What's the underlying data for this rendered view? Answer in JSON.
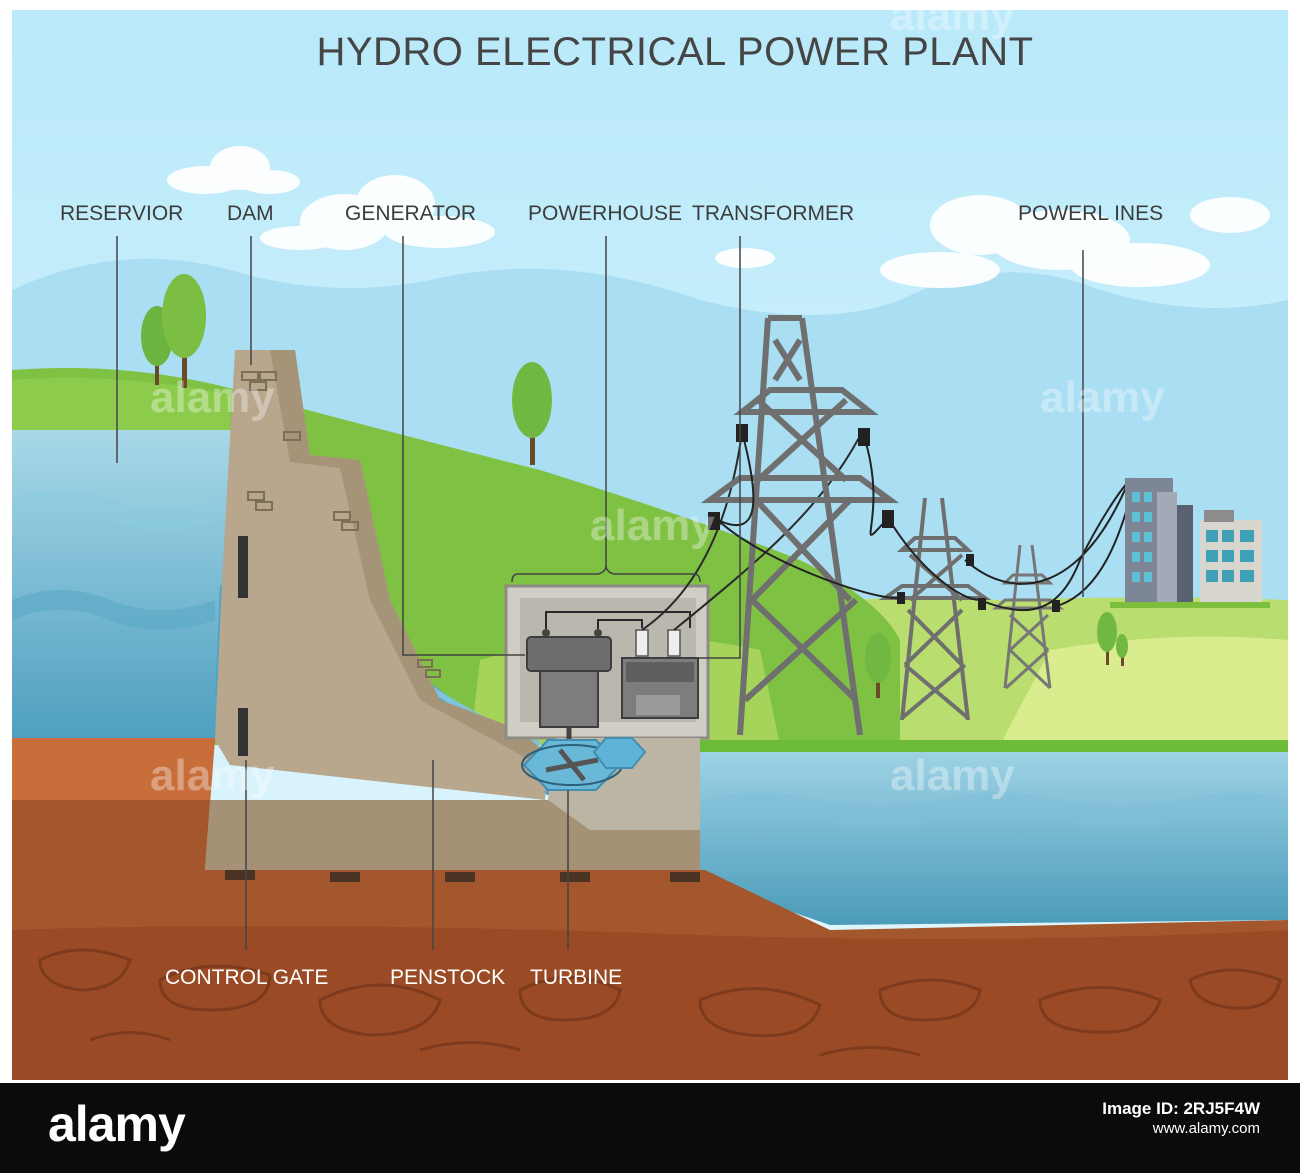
{
  "title": "HYDRO ELECTRICAL POWER PLANT",
  "labels": {
    "reservoir": "RESERVIOR",
    "dam": "DAM",
    "generator": "GENERATOR",
    "powerhouse": "POWERHOUSE",
    "transformer": "TRANSFORMER",
    "power_lines": "POWERL INES",
    "control_gate": "CONTROL GATE",
    "penstock": "PENSTOCK",
    "turbine": "TURBINE"
  },
  "footer": {
    "brand": "alamy",
    "image_id_caption": "Image ID: 2RJ5F4W",
    "site": "www.alamy.com"
  },
  "colors": {
    "sky": "#c8eefb",
    "grass": "#8cc63f",
    "water": "#63afc9",
    "soil": "#9c4f2a",
    "dam": "#b7a58c",
    "label_text": "#3c3c3c"
  }
}
